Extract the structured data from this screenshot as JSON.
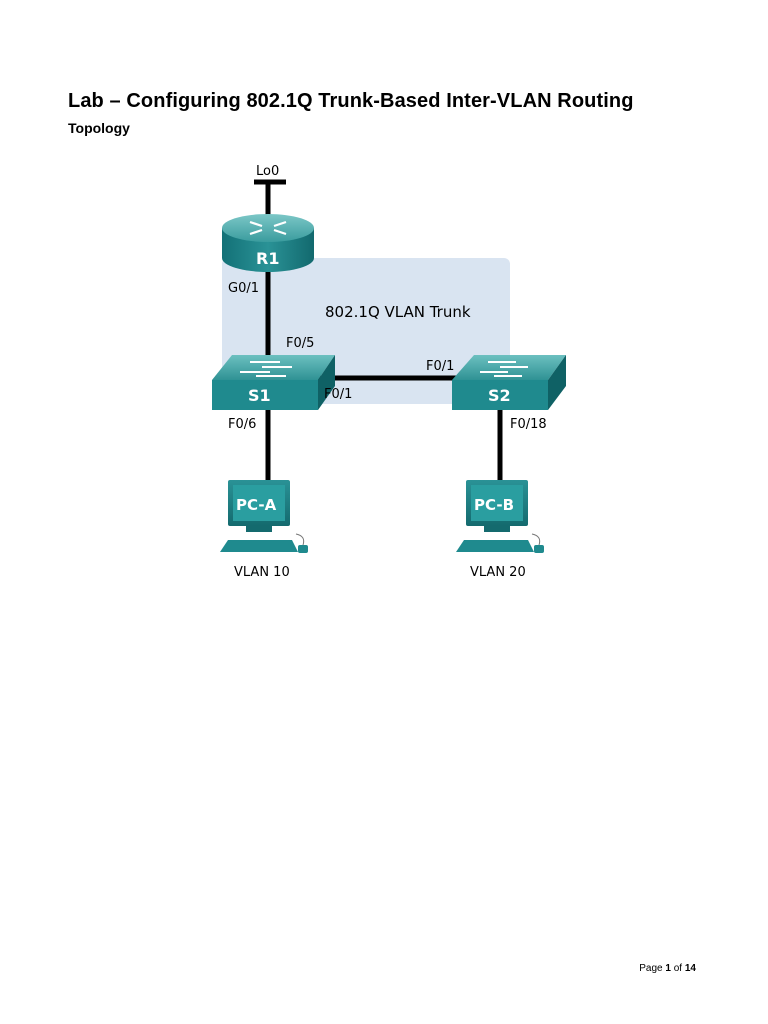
{
  "document": {
    "title": "Lab – Configuring 802.1Q Trunk-Based Inter-VLAN Routing",
    "section": "Topology"
  },
  "topology": {
    "trunk_label": "802.1Q  VLAN Trunk",
    "devices": {
      "router": "R1",
      "switch1": "S1",
      "switch2": "S2",
      "pc_a": "PC-A",
      "pc_b": "PC-B"
    },
    "interfaces": {
      "loopback": "Lo0",
      "r1_g01": "G0/1",
      "s1_f05": "F0/5",
      "s1_f01": "F0/1",
      "s1_f06": "F0/6",
      "s2_f01": "F0/1",
      "s2_f018": "F0/18"
    },
    "vlans": {
      "pc_a": "VLAN 10",
      "pc_b": "VLAN 20"
    },
    "colors": {
      "device_teal": "#1f8a8e",
      "device_dark": "#0f6165",
      "device_light": "#5cb6b6",
      "trunk_area": "#d9e4f1",
      "link": "#000000"
    }
  },
  "footer": {
    "page_word": "Page",
    "page_current": "1",
    "of_word": "of",
    "page_total": "14"
  }
}
